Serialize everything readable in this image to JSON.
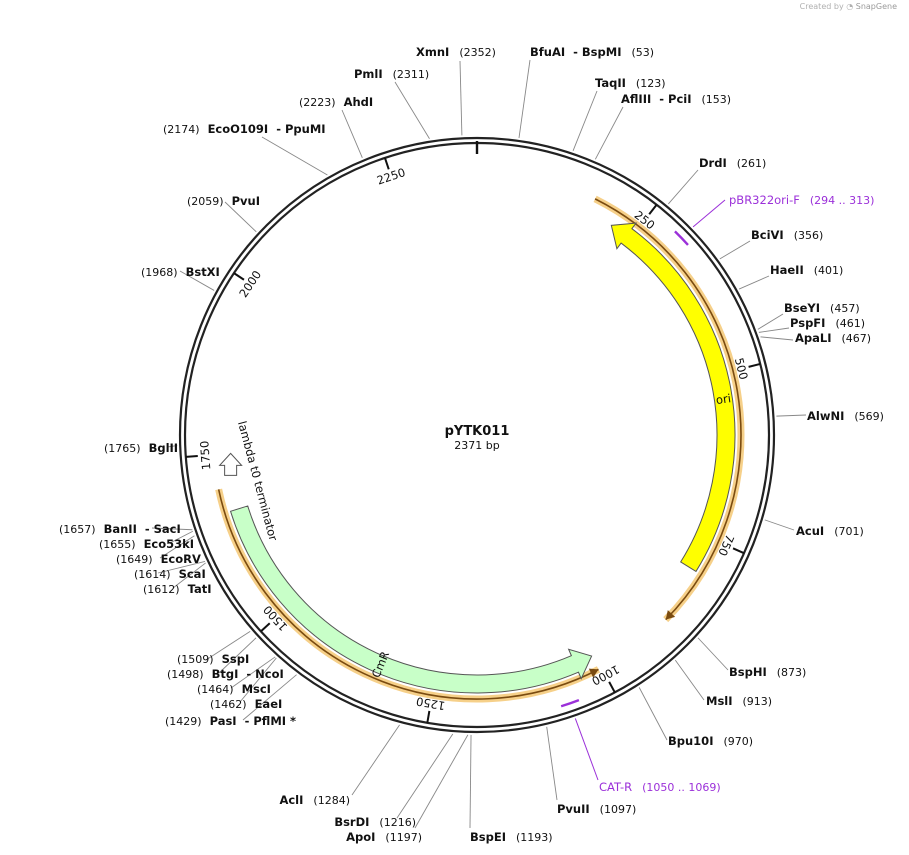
{
  "credit": {
    "prefix": "Created by",
    "brand": "SnapGene"
  },
  "plasmid": {
    "name": "pYTK011",
    "length_label": "2371 bp",
    "length": 2371
  },
  "ticks": [
    {
      "pos": 250,
      "label": "250"
    },
    {
      "pos": 500,
      "label": "500"
    },
    {
      "pos": 750,
      "label": "750"
    },
    {
      "pos": 1000,
      "label": "1000"
    },
    {
      "pos": 1250,
      "label": "1250"
    },
    {
      "pos": 1500,
      "label": "1500"
    },
    {
      "pos": 1750,
      "label": "1750"
    },
    {
      "pos": 2000,
      "label": "2000"
    },
    {
      "pos": 2250,
      "label": "2250"
    }
  ],
  "enzymes": [
    {
      "name": "BfuAI",
      "name2": "BspMI",
      "pos_label": "(53)",
      "site": 53
    },
    {
      "name": "TaqII",
      "name2": "",
      "pos_label": "(123)",
      "site": 123
    },
    {
      "name": "AflIII",
      "name2": "PciI",
      "pos_label": "(153)",
      "site": 153
    },
    {
      "name": "DrdI",
      "name2": "",
      "pos_label": "(261)",
      "site": 261
    },
    {
      "name": "BciVI",
      "name2": "",
      "pos_label": "(356)",
      "site": 356
    },
    {
      "name": "HaeII",
      "name2": "",
      "pos_label": "(401)",
      "site": 401
    },
    {
      "name": "BseYI",
      "name2": "",
      "pos_label": "(457)",
      "site": 457
    },
    {
      "name": "PspFI",
      "name2": "",
      "pos_label": "(461)",
      "site": 461
    },
    {
      "name": "ApaLI",
      "name2": "",
      "pos_label": "(467)",
      "site": 467
    },
    {
      "name": "AlwNI",
      "name2": "",
      "pos_label": "(569)",
      "site": 569
    },
    {
      "name": "AcuI",
      "name2": "",
      "pos_label": "(701)",
      "site": 701
    },
    {
      "name": "BspHI",
      "name2": "",
      "pos_label": "(873)",
      "site": 873
    },
    {
      "name": "MslI",
      "name2": "",
      "pos_label": "(913)",
      "site": 913
    },
    {
      "name": "Bpu10I",
      "name2": "",
      "pos_label": "(970)",
      "site": 970
    },
    {
      "name": "PvuII",
      "name2": "",
      "pos_label": "(1097)",
      "site": 1097
    },
    {
      "name": "BspEI",
      "name2": "",
      "pos_label": "(1193)",
      "site": 1193
    },
    {
      "name": "ApoI",
      "name2": "",
      "pos_label": "(1197)",
      "site": 1197
    },
    {
      "name": "BsrDI",
      "name2": "",
      "pos_label": "(1216)",
      "site": 1216
    },
    {
      "name": "AclI",
      "name2": "",
      "pos_label": "(1284)",
      "site": 1284
    },
    {
      "name": "PasI",
      "name2": "PflMI *",
      "pos_label": "(1429)",
      "site": 1429
    },
    {
      "name": "EaeI",
      "name2": "",
      "pos_label": "(1462)",
      "site": 1462
    },
    {
      "name": "MscI",
      "name2": "",
      "pos_label": "(1464)",
      "site": 1464
    },
    {
      "name": "BtgI",
      "name2": "NcoI",
      "pos_label": "(1498)",
      "site": 1498
    },
    {
      "name": "SspI",
      "name2": "",
      "pos_label": "(1509)",
      "site": 1509
    },
    {
      "name": "TatI",
      "name2": "",
      "pos_label": "(1612)",
      "site": 1612
    },
    {
      "name": "ScaI",
      "name2": "",
      "pos_label": "(1614)",
      "site": 1614
    },
    {
      "name": "EcoRV",
      "name2": "",
      "pos_label": "(1649)",
      "site": 1649
    },
    {
      "name": "Eco53kI",
      "name2": "",
      "pos_label": "(1655)",
      "site": 1655
    },
    {
      "name": "BanII",
      "name2": "SacI",
      "pos_label": "(1657)",
      "site": 1657
    },
    {
      "name": "BglII",
      "name2": "",
      "pos_label": "(1765)",
      "site": 1765
    },
    {
      "name": "BstXI",
      "name2": "",
      "pos_label": "(1968)",
      "site": 1968
    },
    {
      "name": "PvuI",
      "name2": "",
      "pos_label": "(2059)",
      "site": 2059
    },
    {
      "name": "EcoO109I",
      "name2": "PpuMI",
      "pos_label": "(2174)",
      "site": 2174
    },
    {
      "name": "AhdI",
      "name2": "",
      "pos_label": "(2223)",
      "site": 2223
    },
    {
      "name": "PmlI",
      "name2": "",
      "pos_label": "(2311)",
      "site": 2311
    },
    {
      "name": "XmnI",
      "name2": "",
      "pos_label": "(2352)",
      "site": 2352
    }
  ],
  "primers": [
    {
      "name": "pBR322ori-F",
      "range_label": "(294 .. 313)",
      "start": 294,
      "end": 313
    },
    {
      "name": "CAT-R",
      "range_label": "(1050 .. 1069)",
      "start": 1050,
      "end": 1069
    }
  ],
  "features": [
    {
      "name": "ori",
      "start": 215,
      "end": 803,
      "direction": "reverse",
      "color": "#ffff00"
    },
    {
      "name": "CmR",
      "start": 1005,
      "end": 1665,
      "direction": "reverse",
      "color": "#c8ffc8"
    },
    {
      "name": "lambda t0 terminator",
      "start": 1735,
      "end": 1760,
      "direction": "reverse",
      "color": "#ffffff"
    }
  ],
  "orf_arcs": [
    {
      "start": 175,
      "end": 885,
      "direction": "forward"
    },
    {
      "start": 1005,
      "end": 1700,
      "direction": "reverse"
    }
  ],
  "colors": {
    "primer": "#9b30d9",
    "orf_glow": "#f5c874",
    "orf_line": "#7a4b10",
    "backbone": "#222222"
  }
}
